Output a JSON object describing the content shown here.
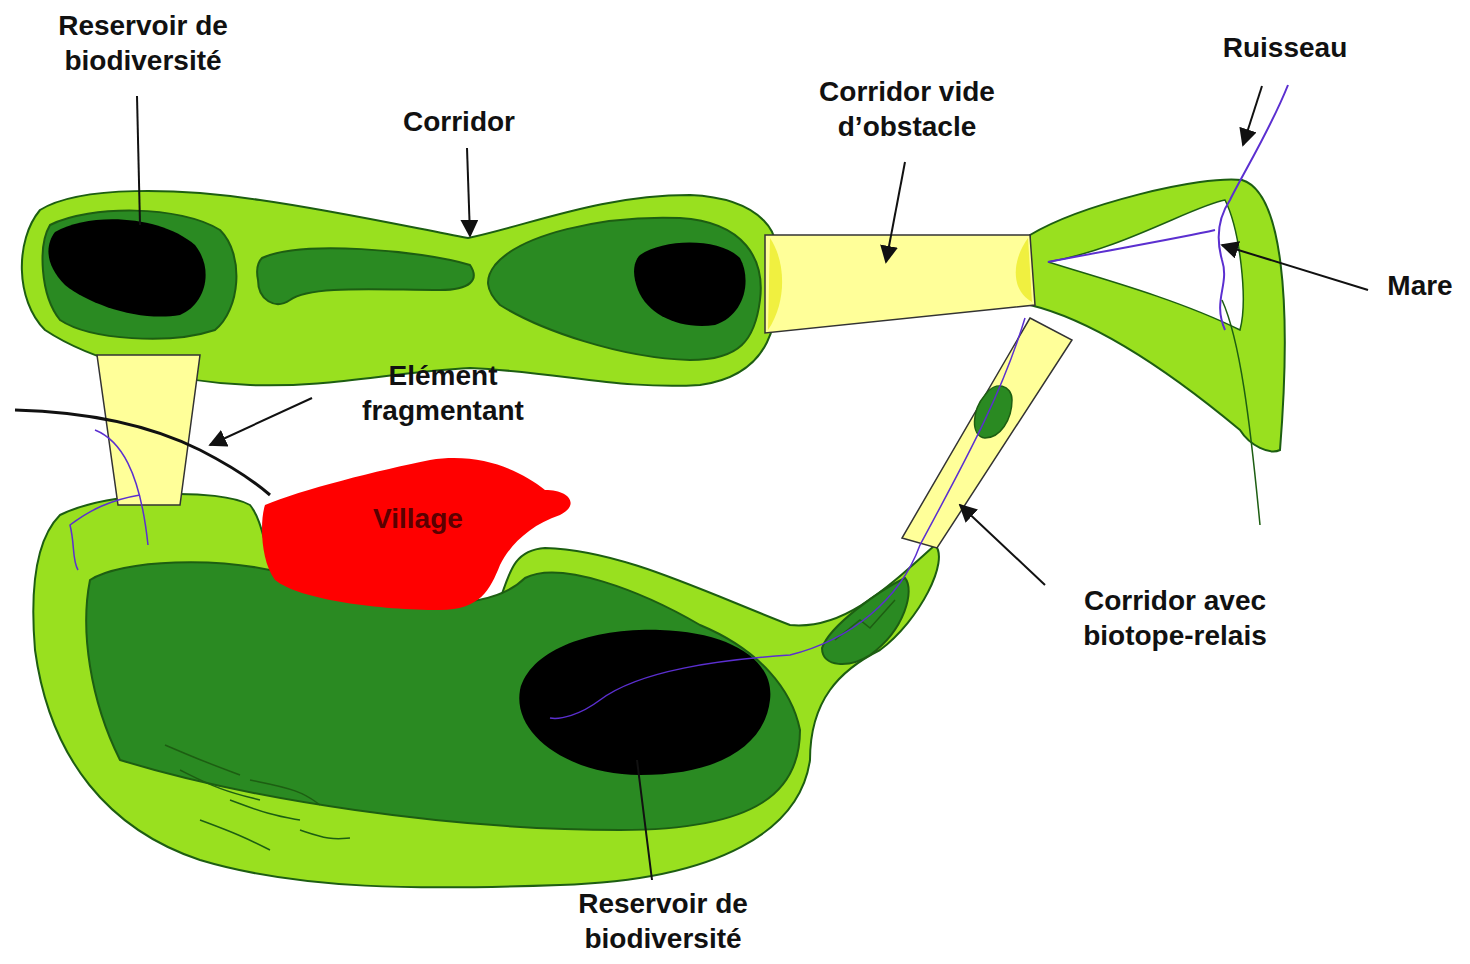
{
  "diagram": {
    "nodes": [
      {
        "text": [
          "Village"
        ]
      }
    ],
    "labels": [
      "Reservoir de biodiversité",
      "Corridor",
      "Corridor vide d’obstacle",
      "Ruisseau",
      "Mare",
      "Elément fragmentant",
      "Corridor avec biotope-relais",
      "Reservoir de biodiversité"
    ]
  }
}
